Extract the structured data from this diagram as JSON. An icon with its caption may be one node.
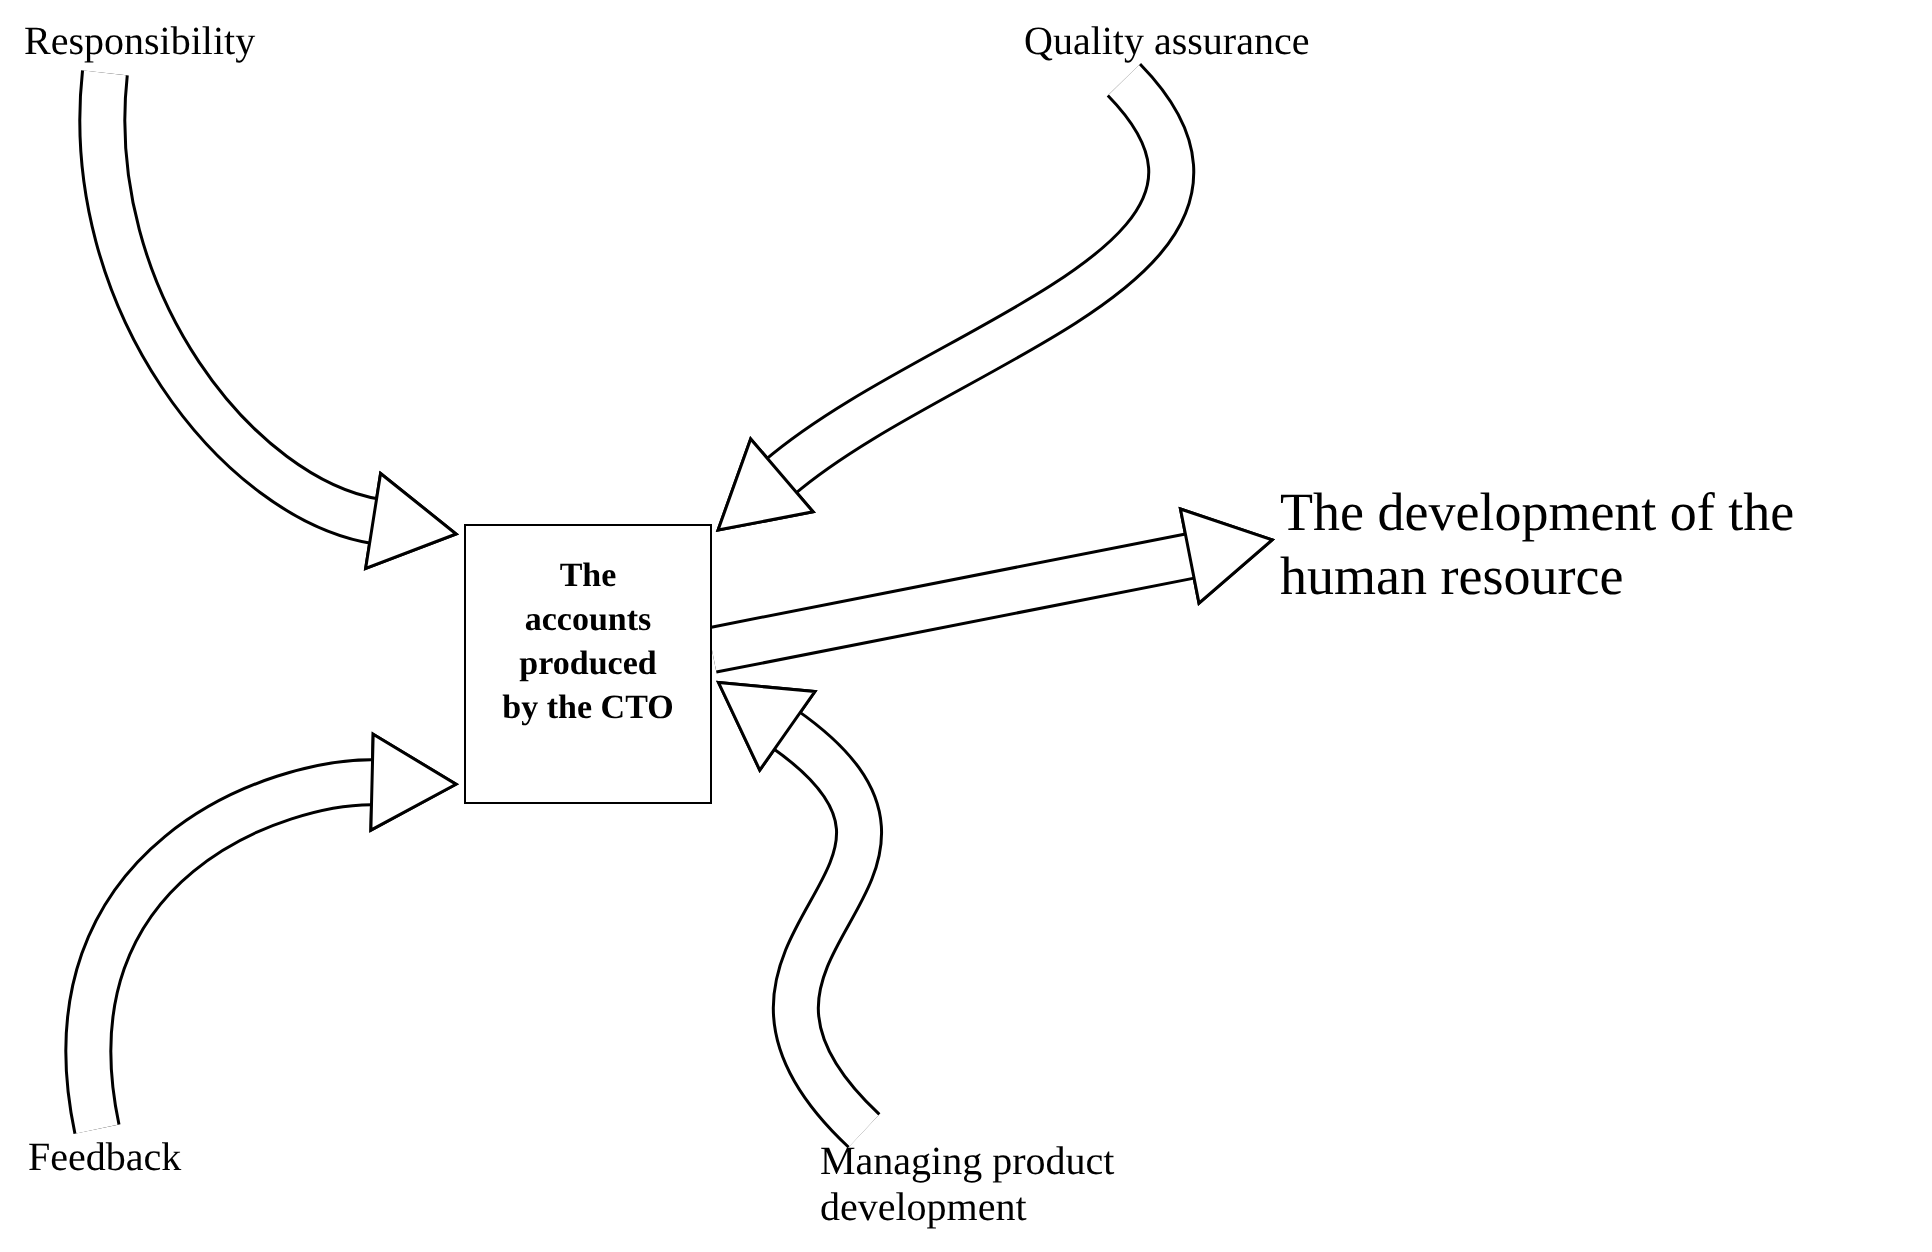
{
  "diagram": {
    "nodes": [
      {
        "text": [
          "Responsibility"
        ]
      },
      {
        "text": [
          "Quality assurance"
        ]
      },
      {
        "text": [
          "The accounts produced by the CTO"
        ]
      },
      {
        "text": [
          "The development of the human resource"
        ]
      },
      {
        "text": [
          "Feedback"
        ]
      },
      {
        "text": [
          "Managing product development"
        ]
      }
    ],
    "edges": [
      {
        "from": 0,
        "to": 2,
        "arrow": "to"
      },
      {
        "from": 1,
        "to": 2,
        "arrow": "to"
      },
      {
        "from": 2,
        "to": 3,
        "arrow": "to"
      },
      {
        "from": 4,
        "to": 2,
        "arrow": "to"
      },
      {
        "from": 5,
        "to": 2,
        "arrow": "to"
      }
    ]
  }
}
